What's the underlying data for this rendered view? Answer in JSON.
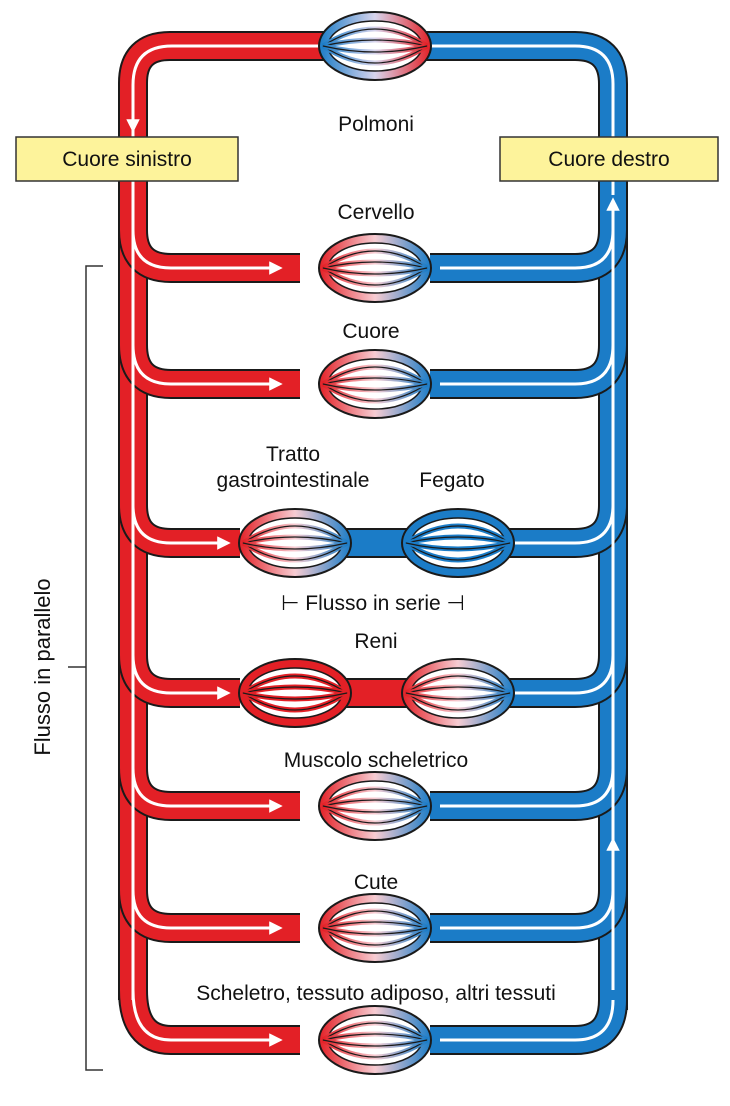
{
  "colors": {
    "arterial": "#e32026",
    "venous": "#1b7cc7",
    "outline": "#1a1a1a",
    "header_box_fill": "#fdf39b",
    "header_box_border": "#333333",
    "flow_line": "#ffffff"
  },
  "headers": {
    "left": "Cuore sinistro",
    "right": "Cuore destro"
  },
  "labels": {
    "lungs": "Polmoni",
    "brain": "Cervello",
    "heart": "Cuore",
    "gi_line1": "Tratto",
    "gi_line2": "gastrointestinale",
    "liver": "Fegato",
    "series_flow": "⊢ Flusso in serie ⊣",
    "kidneys": "Reni",
    "skeletal_muscle": "Muscolo scheletrico",
    "skin": "Cute",
    "other_tissues": "Scheletro, tessuto adiposo, altri tessuti"
  },
  "side_label": "Flusso in parallelo",
  "organ_icons": {
    "lungs": "capillary-bed-icon",
    "brain": "capillary-bed-icon",
    "heart": "capillary-bed-icon",
    "gi": "capillary-bed-icon",
    "liver": "venous-capillary-bed-icon",
    "kidney_glomerulus": "arterial-capillary-bed-icon",
    "kidney_peritubular": "capillary-bed-icon",
    "skeletal_muscle": "capillary-bed-icon",
    "skin": "capillary-bed-icon",
    "other_tissues": "capillary-bed-icon"
  }
}
